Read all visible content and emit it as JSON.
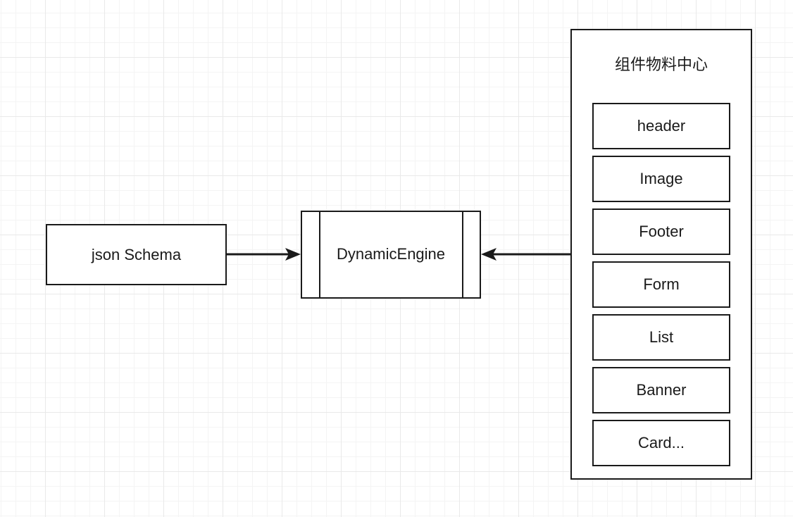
{
  "diagram": {
    "nodes": {
      "json_schema": {
        "label": "json Schema"
      },
      "dynamic_engine": {
        "label": "DynamicEngine"
      },
      "material_center": {
        "title": "组件物料中心",
        "items": [
          {
            "label": "header"
          },
          {
            "label": "Image"
          },
          {
            "label": "Footer"
          },
          {
            "label": "Form"
          },
          {
            "label": "List"
          },
          {
            "label": "Banner"
          },
          {
            "label": "Card..."
          }
        ]
      }
    },
    "edges": [
      {
        "from": "json_schema",
        "to": "dynamic_engine",
        "direction": "right",
        "arrow": "filled-triangle"
      },
      {
        "from": "material_center",
        "to": "dynamic_engine",
        "direction": "left",
        "arrow": "filled-triangle"
      }
    ],
    "colors": {
      "stroke": "#1a1a1a",
      "fill": "#ffffff",
      "canvas": "#ffffff",
      "grid_minor": "#f4f4f4",
      "grid_major": "#e9e9e9"
    }
  }
}
